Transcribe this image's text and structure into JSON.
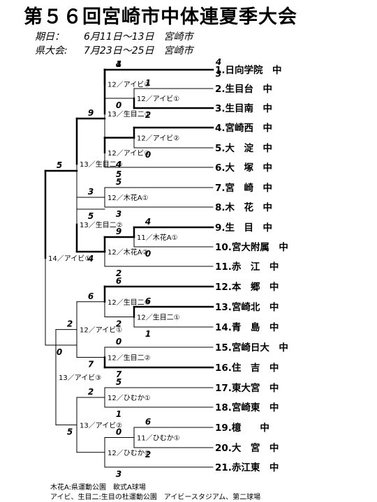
{
  "header": {
    "title": "第５６回宮崎市中体連夏季大会",
    "schedule_label": "期日：",
    "schedule_value": "6月11日～13日　宮崎市",
    "pref_label": "県大会:",
    "pref_value": "7月23日～25日　宮崎市"
  },
  "teams": [
    "1.日向学院　中",
    "2.生目台　中",
    "3.生目南　中",
    "4.宮崎西　中",
    "5.大　淀　中",
    "6.大　塚　中",
    "7.宮　崎　中",
    "8.木　花　中",
    "9.生　目　中",
    "10.宮大附属　中",
    "11.赤　江　中",
    "12.本　郷　中",
    "13.宮崎北　中",
    "14.青　島　中",
    "15.宮崎日大　中",
    "16.住　吉　中",
    "17.東大宮　中",
    "18.宮崎東　中",
    "19.檍　　中",
    "20.大　宮　中",
    "21.赤江東　中"
  ],
  "matches": {
    "p1": {
      "label": "12／アイビ③",
      "top": "4",
      "bottom": "0"
    },
    "r1_2_3": {
      "label": "12／アイビ①",
      "top": "1",
      "bottom": "2"
    },
    "r2_1_3": {
      "label": "13／生目二①",
      "top": "1",
      "bottom": "4"
    },
    "r1_4_5": {
      "label": "12／アイビ②",
      "top": "",
      "bottom": "0"
    },
    "r2_4_6": {
      "label": "12／アイビ④",
      "top": "",
      "bottom": "5"
    },
    "qf_1_6": {
      "label": "13／生目二③",
      "top": "9",
      "bottom": "5"
    },
    "r2_7_8": {
      "label": "12／木花A①",
      "top": "5",
      "bottom": "3"
    },
    "r1_9_10": {
      "label": "11／木花A①",
      "top": "4",
      "bottom": "0"
    },
    "r2_9_11": {
      "label": "12／木花A②",
      "top": "9",
      "bottom": "2"
    },
    "r3_7_11": {
      "label": "13／生目二②",
      "top": "3",
      "bottom": "4"
    },
    "final": {
      "label": "14／アイビ①",
      "top": "5",
      "bottom": "0"
    },
    "r2_12_13": {
      "label": "12／生目二③",
      "top": "6",
      "bottom": "2"
    },
    "r1_13_14": {
      "label": "12／生目二①",
      "top": "6",
      "bottom": "1"
    },
    "r3_12_15": {
      "label": "12／アイビ①",
      "top": "6",
      "bottom": "7"
    },
    "r2_15_16": {
      "label": "12／生目二②",
      "top": "0",
      "bottom": "7"
    },
    "qf_12_21": {
      "label": "13／アイビ③",
      "top": "2",
      "bottom": "5"
    },
    "r2_17_18": {
      "label": "12／ひむか①",
      "top": "5",
      "bottom": "1"
    },
    "r1_19_20": {
      "label": "11／ひむか①",
      "top": "6",
      "bottom": "2"
    },
    "r2_19_21": {
      "label": "12／ひむか②",
      "top": "0",
      "bottom": "3"
    },
    "r3_17_21": {
      "label": "13／アイビ②",
      "top": "2",
      "bottom": ""
    }
  },
  "team1_extra_scores": [
    "4",
    "3"
  ],
  "footer": {
    "line1": "木花A:県運動公園　軟式A球場",
    "line2": "アイビ、生目二:生目の杜運動公園　アイビースタジアム、第二球場"
  }
}
